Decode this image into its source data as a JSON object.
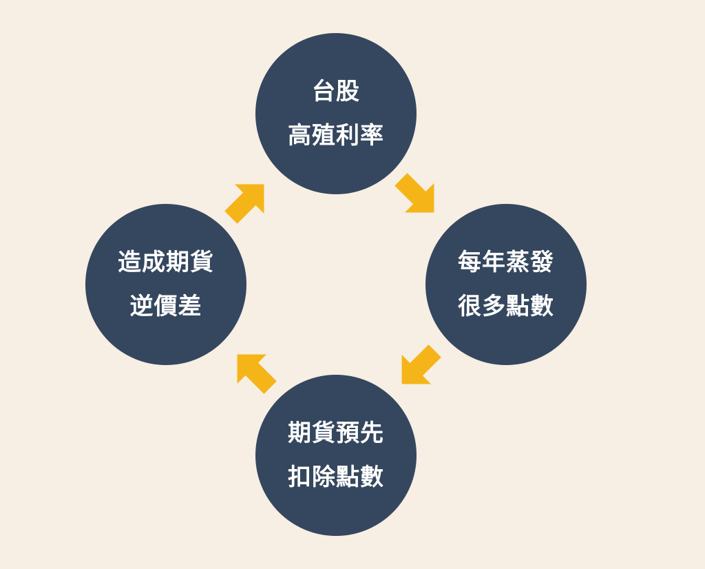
{
  "colors": {
    "background": "#f7eee4",
    "node_fill": "#34475e",
    "arrow_fill": "#f5b519",
    "text": "#ffffff"
  },
  "cycle": {
    "nodes": [
      {
        "id": "top",
        "lines": [
          "台股",
          "高殖利率"
        ]
      },
      {
        "id": "right",
        "lines": [
          "每年蒸發",
          "很多點數"
        ]
      },
      {
        "id": "bottom",
        "lines": [
          "期貨預先",
          "扣除點數"
        ]
      },
      {
        "id": "left",
        "lines": [
          "造成期貨",
          "逆價差"
        ]
      }
    ],
    "arrows": [
      {
        "from": "top",
        "to": "right",
        "icon": "arrow-down-right-icon"
      },
      {
        "from": "right",
        "to": "bottom",
        "icon": "arrow-down-left-icon"
      },
      {
        "from": "bottom",
        "to": "left",
        "icon": "arrow-up-left-icon"
      },
      {
        "from": "left",
        "to": "top",
        "icon": "arrow-up-right-icon"
      }
    ]
  }
}
